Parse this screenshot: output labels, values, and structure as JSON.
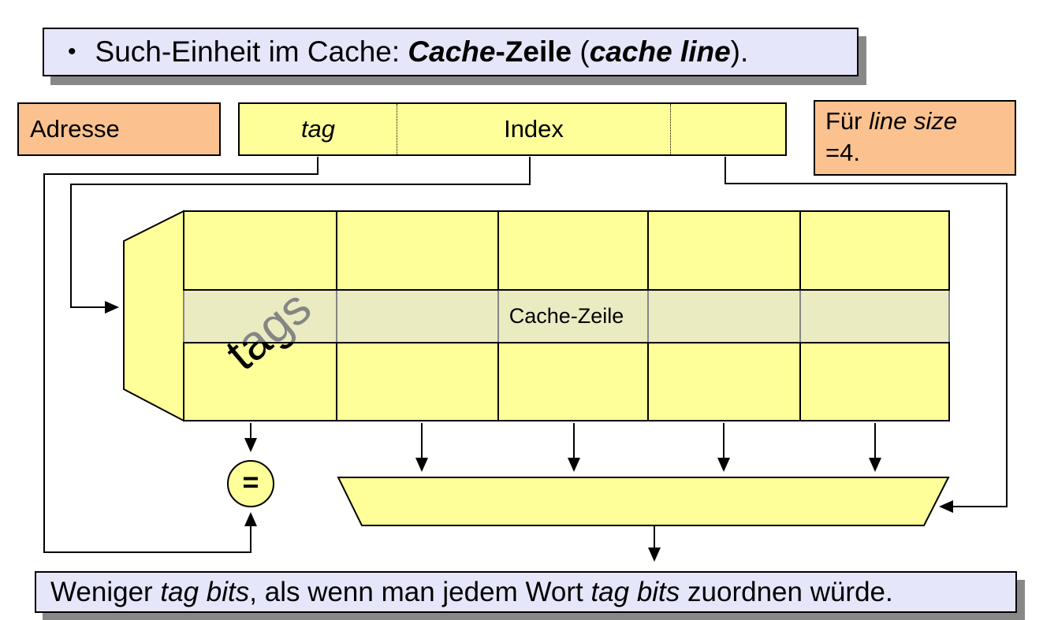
{
  "colors": {
    "panel_lavender": "#E6E6FA",
    "panel_shadow": "#888888",
    "box_orange": "#FBC28F",
    "shape_yellow": "#FFFF99",
    "highlight_band": "rgba(221,221,221,0.6)",
    "line_black": "#000000"
  },
  "title": {
    "bullet": "•",
    "segments": [
      {
        "t": "Such-Einheit im Cache: "
      },
      {
        "t": "Cache",
        "b": true,
        "i": true
      },
      {
        "t": "-Zeile",
        "b": true
      },
      {
        "t": " ("
      },
      {
        "t": "cache line",
        "b": true,
        "i": true
      },
      {
        "t": ")."
      }
    ]
  },
  "address": {
    "label": "Adresse",
    "fields": {
      "tag": "tag",
      "index": "Index",
      "offset": ""
    }
  },
  "line_size_note": {
    "line1_segments": [
      {
        "t": "Für "
      },
      {
        "t": "line size",
        "i": true
      }
    ],
    "line2": "=4."
  },
  "cache": {
    "tags_label": "tags",
    "line_label": "Cache-Zeile",
    "comparator": "=",
    "columns": 5,
    "rows": 3
  },
  "footer": {
    "segments": [
      {
        "t": "Weniger "
      },
      {
        "t": "tag bits",
        "i": true
      },
      {
        "t": ", als wenn man jedem Wort "
      },
      {
        "t": "tag bits",
        "i": true
      },
      {
        "t": " zuordnen würde."
      }
    ]
  }
}
